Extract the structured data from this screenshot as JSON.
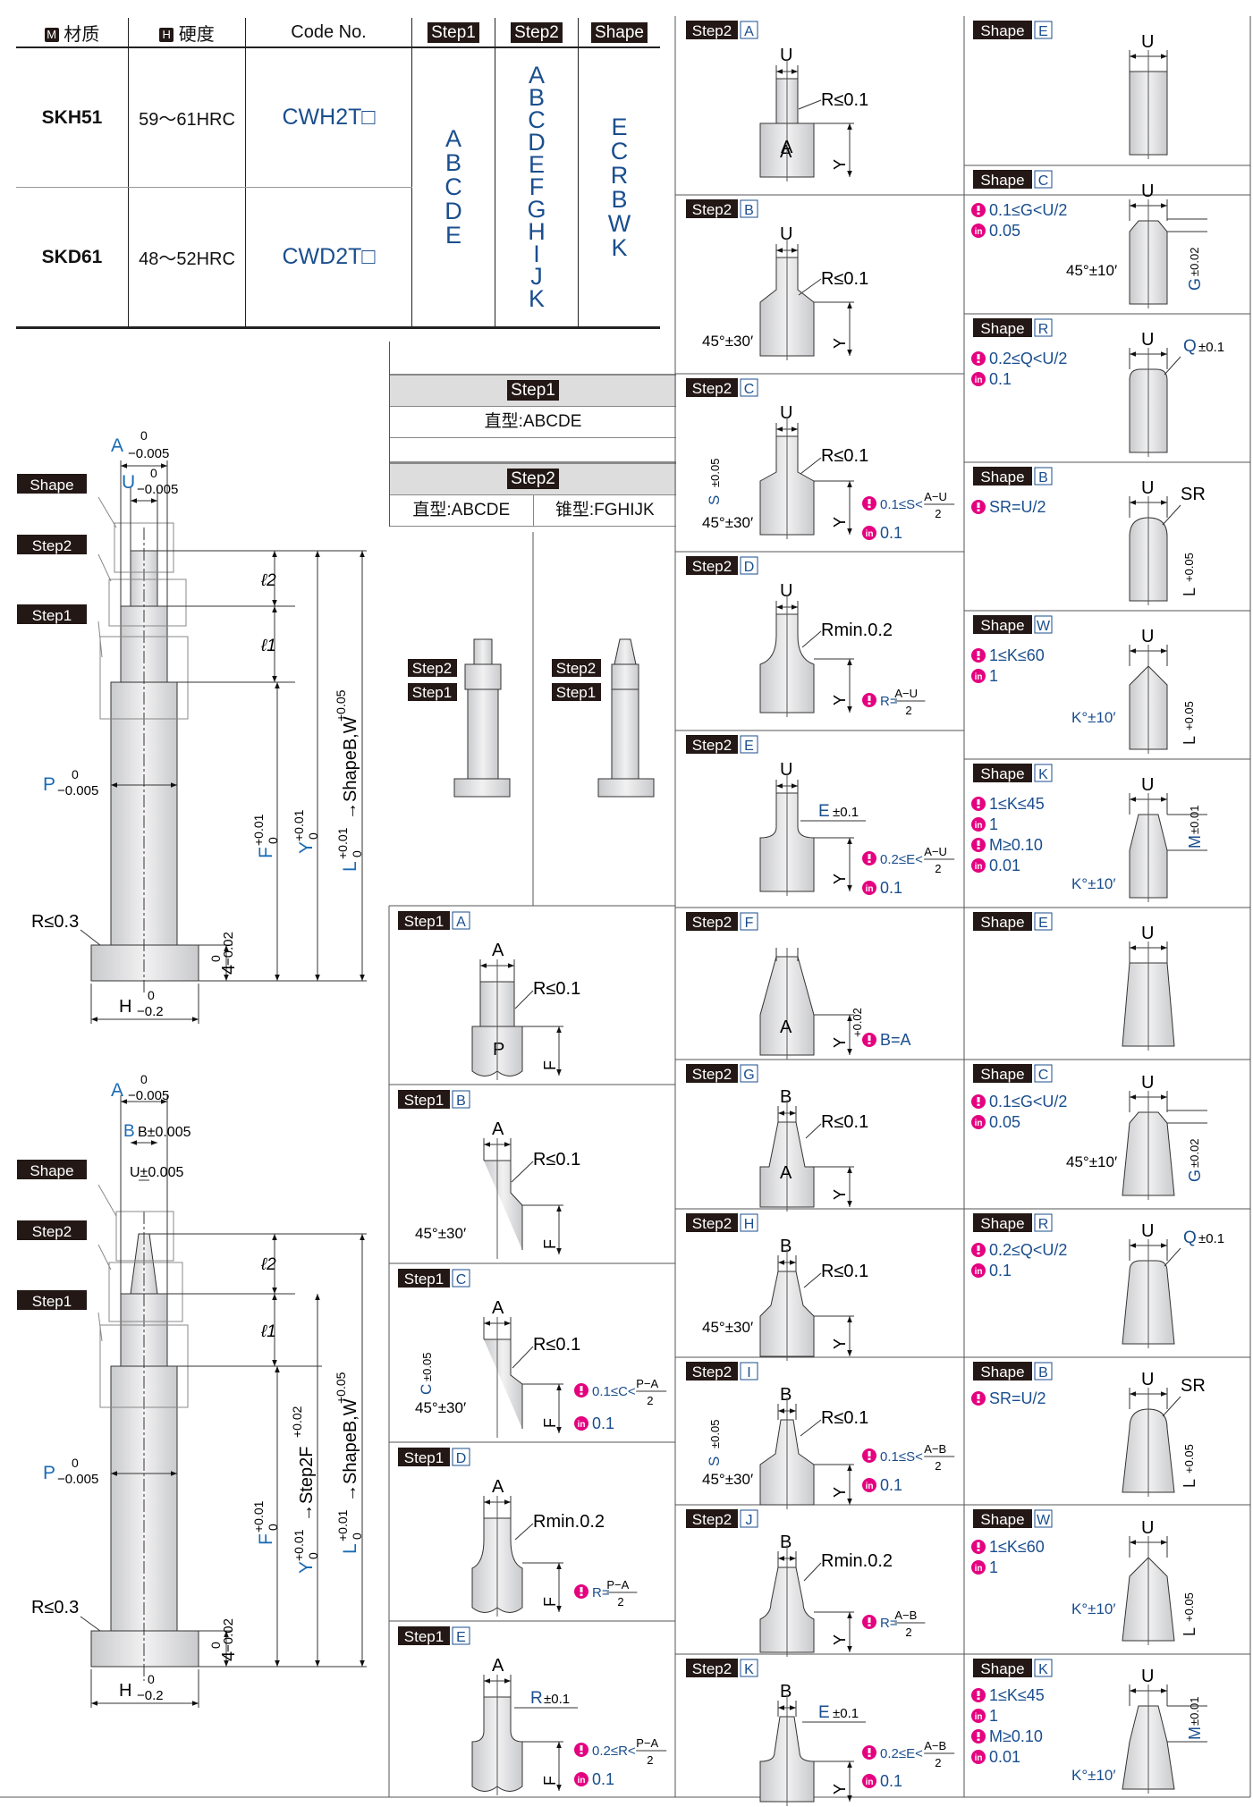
{
  "spec_table": {
    "headers": {
      "material_badge": "M",
      "material": "材质",
      "hardness_badge": "H",
      "hardness": "硬度",
      "code": "Code No.",
      "step1": "Step1",
      "step2": "Step2",
      "shape": "Shape"
    },
    "rows": [
      {
        "material": "SKH51",
        "hardness": "59～61HRC",
        "code": "CWH2T□"
      },
      {
        "material": "SKD61",
        "hardness": "48～52HRC",
        "code": "CWD2T□"
      }
    ],
    "step1_options": [
      "A",
      "B",
      "C",
      "D",
      "E"
    ],
    "step2_options": [
      "A",
      "B",
      "C",
      "D",
      "E",
      "F",
      "G",
      "H",
      "I",
      "J",
      "K"
    ],
    "shape_options": [
      "E",
      "C",
      "R",
      "B",
      "W",
      "K"
    ]
  },
  "middle": {
    "step1_header": "Step1",
    "step1_types": "直型:ABCDE",
    "step2_header": "Step2",
    "step2_straight": "直型:ABCDE",
    "step2_taper": "锥型:FGHIJK",
    "tag_step2": "Step2",
    "tag_step1": "Step1"
  },
  "drawings": {
    "tag_shape": "Shape",
    "tag_step2": "Step2",
    "tag_step1": "Step1",
    "A": "A",
    "tolA": "−0.005",
    "U": "U",
    "tolU": "−0.005",
    "B": "B±0.005",
    "U2": "U±0.005",
    "P": "P",
    "tolP": "−0.005",
    "R": "R≤0.3",
    "H": "H",
    "tolH": "−0.2",
    "four": "4",
    "tol4": "−0.02",
    "zero": "0",
    "l2": "ℓ2",
    "l1": "ℓ1",
    "F": "F",
    "Y": "Y",
    "L": "L",
    "plus001": "+0.01",
    "plus002": "+0.02",
    "plus005": "+0.05",
    "ytext": "→ShapeB,W",
    "y2text": "→Step2F"
  },
  "cells": {
    "s2A": "A",
    "s2B": "B",
    "s2C": "C",
    "s2D": "D",
    "s2E": "E",
    "s2F": "F",
    "s2G": "G",
    "s2H": "H",
    "s2I": "I",
    "s2J": "J",
    "s2K": "K",
    "s1A": "A",
    "s1B": "B",
    "s1C": "C",
    "s1D": "D",
    "s1E": "E",
    "shE": "E",
    "shC": "C",
    "shR": "R",
    "shB": "B",
    "shW": "W",
    "shK": "K",
    "r01": "R≤0.1",
    "rmin": "Rmin.0.2",
    "ang30": "45°±30′",
    "ang10": "45°±10′",
    "kang": "K°±10′",
    "noteS": "0.1≤S<",
    "noteE": "0.2≤E<",
    "noteC": "0.1≤C<",
    "noteR": "0.2≤R<",
    "noteRe": "R=",
    "au": "A−U",
    "bu": "A−B",
    "pa": "P−A",
    "two": "2",
    "in01": "0.1",
    "in005": "0.05",
    "in1": "1",
    "in001": "0.01",
    "ba": "B=A",
    "gcond": "0.1≤G<U/2",
    "qcond": "0.2≤Q<U/2",
    "sr": "SR=U/2",
    "kcond60": "1≤K≤60",
    "kcond45": "1≤K≤45",
    "mcond": "M≥0.10",
    "SR": "SR",
    "Q": "Q",
    "qtol": "±0.1",
    "G": "G",
    "gtol": "±0.02",
    "M": "M",
    "mtol": "±0.01",
    "S": "S",
    "stol": "±0.05",
    "Elab": "E",
    "etol": "±0.1",
    "Clab": "C",
    "Rlab": "R",
    "rtol": "±0.1"
  }
}
